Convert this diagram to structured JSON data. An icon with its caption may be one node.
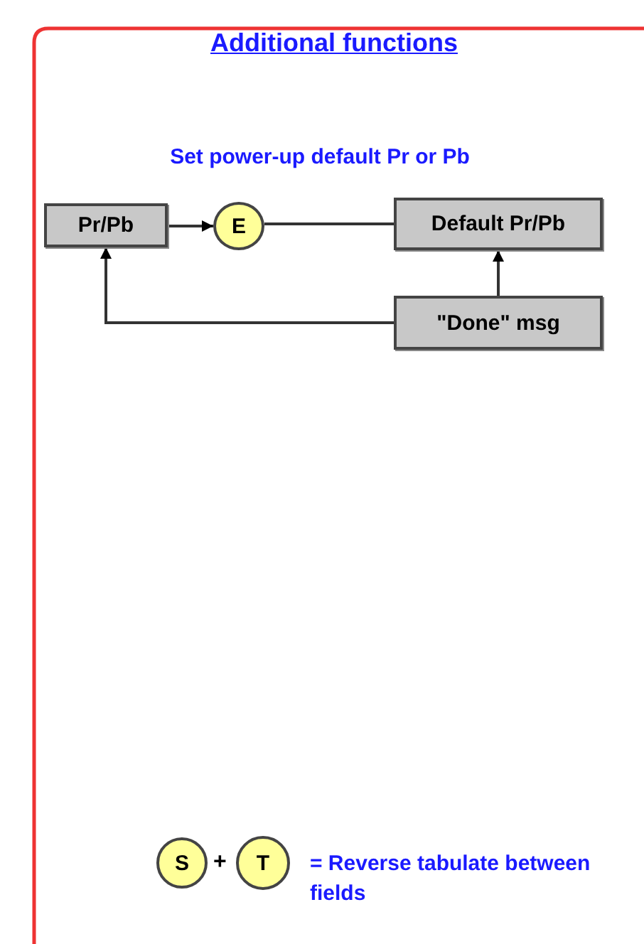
{
  "diagram": {
    "title": "Additional functions",
    "nodes": [
      {
        "text": [
          "Pr/Pb"
        ]
      },
      {
        "text": [
          "E"
        ]
      },
      {
        "text": [
          "Default Pr/Pb"
        ]
      },
      {
        "text": [
          "\"Done\" msg"
        ]
      },
      {
        "text": [
          "S"
        ]
      },
      {
        "text": [
          "T"
        ]
      }
    ],
    "edges": [
      {
        "from": 0,
        "to": 1,
        "arrow": "to"
      },
      {
        "from": 1,
        "to": 2,
        "arrow": "none"
      },
      {
        "from": 3,
        "to": 2,
        "arrow": "to"
      },
      {
        "from": 3,
        "to": 0,
        "arrow": "to"
      }
    ],
    "labels": [
      "Set power-up default Pr or Pb",
      "+",
      "= Reverse tabulate between fields"
    ]
  }
}
